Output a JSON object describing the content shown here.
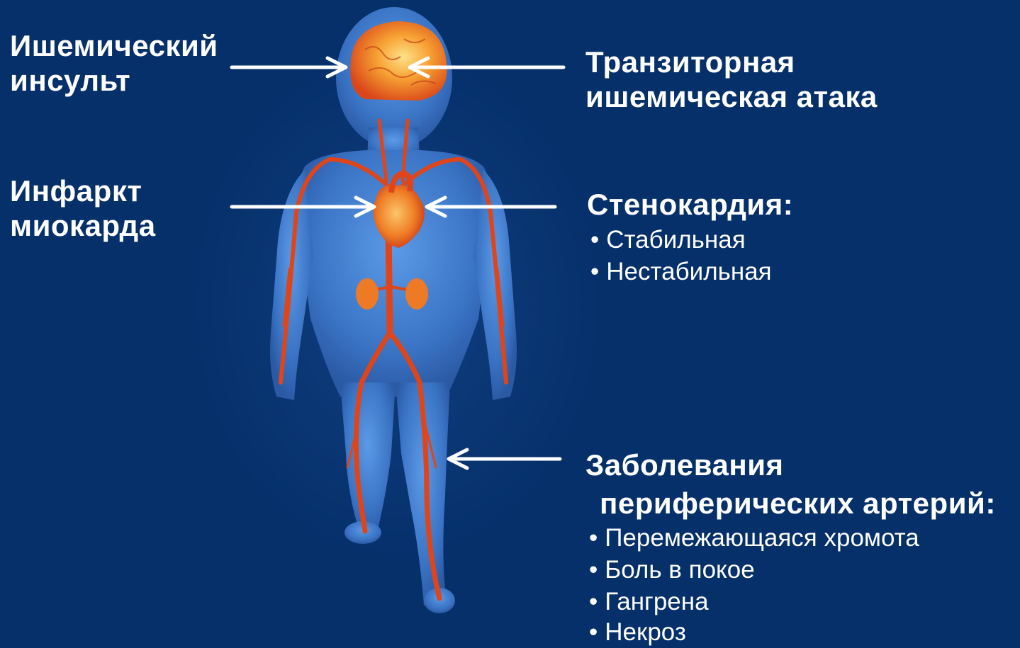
{
  "left_labels": {
    "stroke": [
      "Ишемический",
      "инсульт"
    ],
    "mi": [
      "Инфаркт",
      "миокарда"
    ]
  },
  "right_labels": {
    "tia": [
      "Транзиторная",
      "ишемическая атака"
    ],
    "angina": {
      "title": "Стенокардия:",
      "items": [
        "Стабильная",
        "Нестабильная"
      ]
    },
    "pad": {
      "title_lines": [
        "Заболевания",
        "периферических артерий:"
      ],
      "items": [
        "Перемежающаяся хромота",
        "Боль в покое",
        "Гангрена",
        "Некроз"
      ]
    }
  },
  "bullet_char": "•",
  "colors": {
    "background": "#05306a",
    "body": "#3f7fd0",
    "artery": "#e0451a",
    "organ": "#f29a2e",
    "text": "#ffffff"
  }
}
